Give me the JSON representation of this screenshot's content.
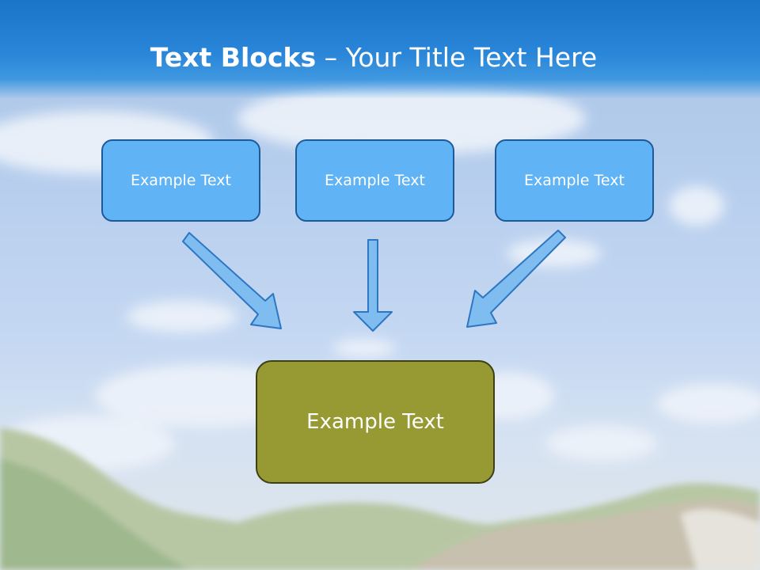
{
  "title": {
    "bold": "Text Blocks",
    "dash": " – ",
    "rest": "Your Title Text Here"
  },
  "boxes": [
    {
      "label": "Example Text"
    },
    {
      "label": "Example Text"
    },
    {
      "label": "Example Text"
    }
  ],
  "main_box": {
    "label": "Example Text"
  },
  "colors": {
    "title_bar": "#1a74c8",
    "box_fill": "#60b4f6",
    "box_border": "#1f5a98",
    "main_fill": "#979a32",
    "main_border": "#3e3f14",
    "arrow_fill": "#7fbdf0",
    "arrow_stroke": "#2d77c2"
  }
}
